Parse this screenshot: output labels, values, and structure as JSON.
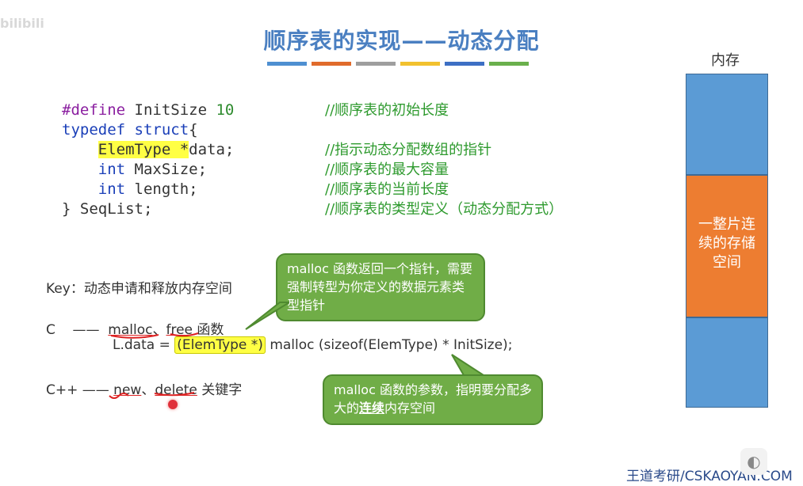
{
  "slide": {
    "title": "顺序表的实现——动态分配",
    "color_bar": [
      "#4e8fd1",
      "#e06b2b",
      "#9e9e9e",
      "#f2c12e",
      "#3d6fc4",
      "#6ab04c"
    ]
  },
  "watermark_top_left": "bilibili",
  "code": {
    "line1": {
      "kw": "#define",
      "name": " InitSize ",
      "num": "10"
    },
    "line2": {
      "kw": "typedef",
      "kw2": " struct",
      "rest": "{"
    },
    "line3": {
      "indent": "    ",
      "type": "ElemType *",
      "rest": "data;"
    },
    "line4": {
      "indent": "    ",
      "kw": "int",
      "rest": " MaxSize;"
    },
    "line5": {
      "indent": "    ",
      "kw": "int",
      "rest": " length;"
    },
    "line6": {
      "text": "} SeqList;"
    }
  },
  "comments": [
    "//顺序表的初始长度",
    "",
    "//指示动态分配数组的指针",
    "//顺序表的最大容量",
    "//顺序表的当前长度",
    "//顺序表的类型定义（动态分配方式）"
  ],
  "notes": {
    "key": "Key：动态申请和释放内存空间",
    "c_prefix": "C    ——  ",
    "c_malloc": "malloc",
    "c_sep": "、",
    "c_free": "free",
    "c_suffix": " 函数",
    "call_prefix": "L.data = ",
    "call_cast": "(ElemType *)",
    "call_rest": " malloc (sizeof(ElemType) * InitSize);",
    "cpp_prefix": "C++ —— ",
    "cpp_new": "new",
    "cpp_sep": "、",
    "cpp_delete": "delete",
    "cpp_suffix": " 关键字"
  },
  "bubbles": {
    "b1": "malloc 函数返回一个指针，需要强制转型为你定义的数据元素类型指针",
    "b2_before": "malloc 函数的参数，指明要分配多大的",
    "b2_bold": "连续",
    "b2_after": "内存空间",
    "fill_color": "#70ad47"
  },
  "memory": {
    "label": "内存",
    "block_text": "一整片连续的存储空间",
    "colors": {
      "free": "#5b9bd5",
      "used": "#ed7d31"
    }
  },
  "watermark_bottom_right": "王道考研/CSKAOYAN.COM"
}
